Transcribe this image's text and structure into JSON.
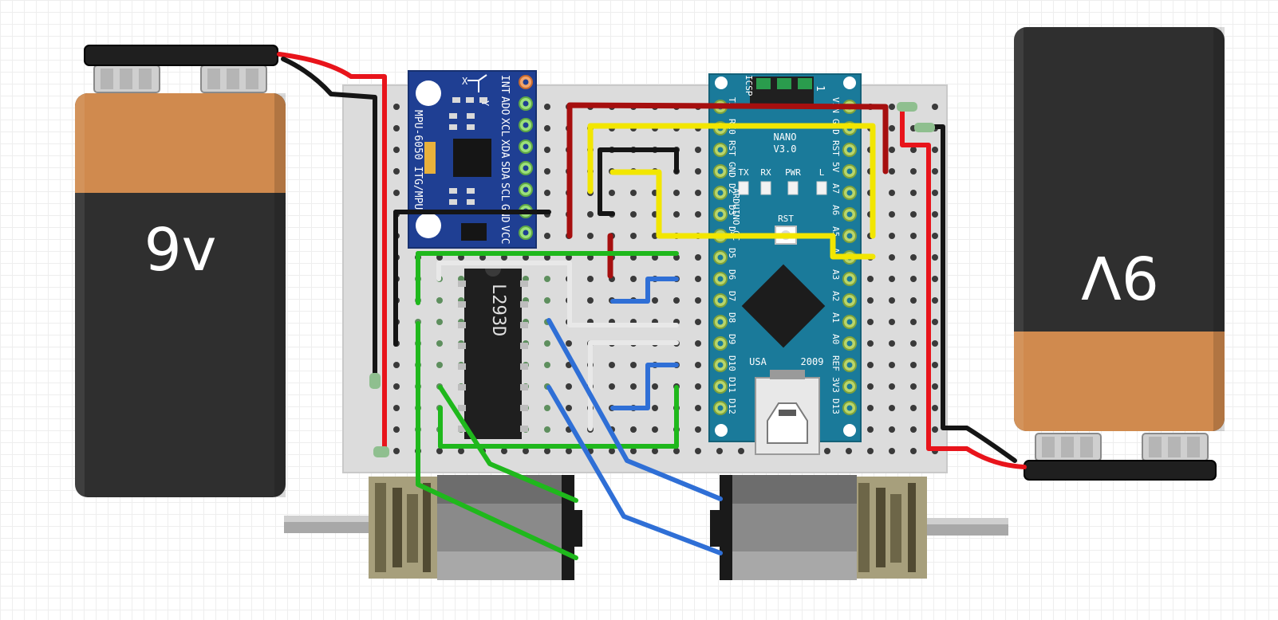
{
  "battery_left": {
    "label": "9v"
  },
  "battery_right": {
    "label": "9V"
  },
  "imu": {
    "title": "MPU-6050 ITG/MPU",
    "axis_x": "X",
    "axis_y": "Y",
    "pins": [
      "INT",
      "ADO",
      "XCL",
      "XDA",
      "SDA",
      "SCL",
      "GND",
      "VCC"
    ]
  },
  "driver": {
    "label": "L293D"
  },
  "nano": {
    "icsp": "ICSP",
    "icsp_pin": "1",
    "model": "NANO",
    "version": "V3.0",
    "leds": [
      "TX",
      "RX",
      "PWR",
      "L"
    ],
    "rst": "RST",
    "brand": "ARDUINO.CC",
    "usa": "USA",
    "year": "2009",
    "left_pins": [
      "TX",
      "RX0",
      "RST",
      "GND",
      "D2",
      "D3",
      "D4",
      "D5",
      "D6",
      "D7",
      "D8",
      "D9",
      "D10",
      "D11",
      "D12"
    ],
    "right_pins": [
      "VIN",
      "GND",
      "RST",
      "5V",
      "A7",
      "A6",
      "A5",
      "A4",
      "A3",
      "A2",
      "A1",
      "A0",
      "REF",
      "3V3",
      "D13"
    ]
  },
  "colors": {
    "wire_red": "#e8141b",
    "wire_black": "#151515",
    "wire_yellow": "#f2e600",
    "wire_green": "#1fb81c",
    "wire_blue": "#2f6fd6",
    "wire_white": "#e8e8e8",
    "wire_darkred": "#a60f0f",
    "nano_blue": "#1a7a9a",
    "imu_blue": "#1f3f93",
    "battery_orange": "#d08a4e",
    "battery_dark": "#2f2f2f"
  }
}
